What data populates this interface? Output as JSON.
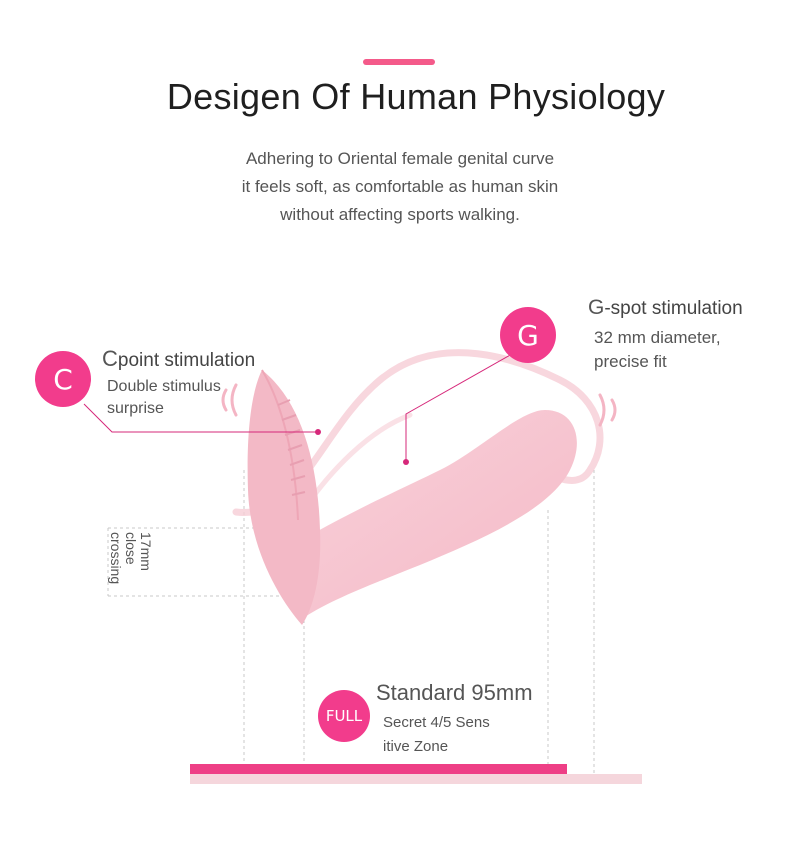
{
  "header": {
    "title": "Desigen Of Human Physiology",
    "subtitle_lines": [
      "Adhering to Oriental female genital curve",
      "it feels soft, as comfortable as human skin",
      "without affecting sports walking."
    ]
  },
  "callouts": {
    "c_point": {
      "badge": "C",
      "title": "point stimulation",
      "lines": [
        "Double stimulus",
        "surprise"
      ]
    },
    "g_spot": {
      "badge": "G",
      "title": "-spot stimulation",
      "lines": [
        "32 mm diameter,",
        "precise fit"
      ]
    },
    "full": {
      "badge": "FULL",
      "title": "Standard 95mm",
      "lines": [
        "Secret 4/5 Sens",
        "itive Zone"
      ]
    }
  },
  "dimension": {
    "line1": "17mm",
    "line2": "close",
    "line3": "crossing"
  },
  "colors": {
    "accent": "#f23c8c",
    "product_pink": "#f6c3cf",
    "bar_pink": "#ee3f86",
    "bar_light": "#f5d6dc"
  }
}
